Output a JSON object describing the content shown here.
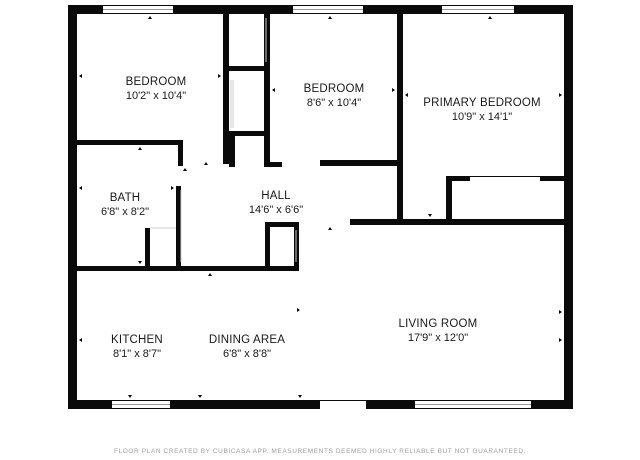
{
  "rooms": {
    "bedroom_left": {
      "name": "BEDROOM",
      "dims": "10'2\" x 10'4\""
    },
    "bedroom_middle": {
      "name": "BEDROOM",
      "dims": "8'6\" x 10'4\""
    },
    "primary_bedroom": {
      "name": "PRIMARY BEDROOM",
      "dims": "10'9\" x 14'1\""
    },
    "bath": {
      "name": "BATH",
      "dims": "6'8\" x 8'2\""
    },
    "hall": {
      "name": "HALL",
      "dims": "14'6\" x 6'6\""
    },
    "kitchen": {
      "name": "KITCHEN",
      "dims": "8'1\" x 8'7\""
    },
    "dining_area": {
      "name": "DINING AREA",
      "dims": "6'8\" x 8'8\""
    },
    "living_room": {
      "name": "LIVING ROOM",
      "dims": "17'9\" x 12'0\""
    }
  },
  "footer": "FLOOR PLAN CREATED BY CUBICASA APP. MEASUREMENTS DEEMED HIGHLY RELIABLE BUT NOT GUARANTEED.",
  "colors": {
    "wall": "#0a0a0a",
    "window": "#ffffff",
    "label": "#1a1a1a",
    "footer": "#a0a0a0"
  }
}
